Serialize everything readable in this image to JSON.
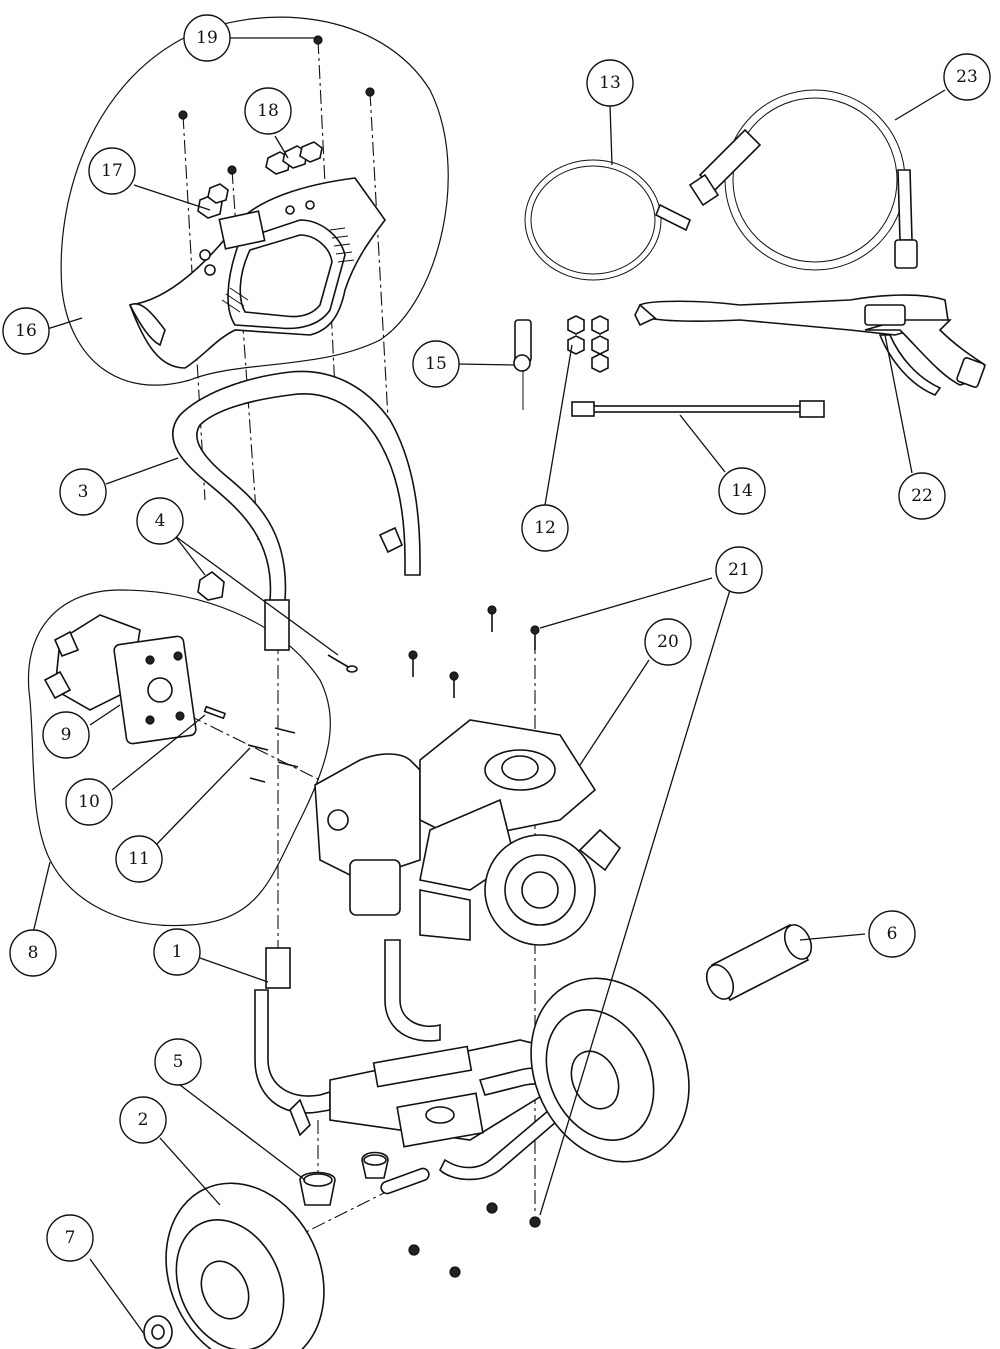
{
  "callouts": [
    {
      "label": "1"
    },
    {
      "label": "2"
    },
    {
      "label": "3"
    },
    {
      "label": "4"
    },
    {
      "label": "5"
    },
    {
      "label": "6"
    },
    {
      "label": "7"
    },
    {
      "label": "8"
    },
    {
      "label": "9"
    },
    {
      "label": "10"
    },
    {
      "label": "11"
    },
    {
      "label": "12"
    },
    {
      "label": "13"
    },
    {
      "label": "14"
    },
    {
      "label": "15"
    },
    {
      "label": "16"
    },
    {
      "label": "17"
    },
    {
      "label": "18"
    },
    {
      "label": "19"
    },
    {
      "label": "20"
    },
    {
      "label": "21"
    },
    {
      "label": "22"
    },
    {
      "label": "23"
    }
  ],
  "icons": {
    "handle": "frame-handle-icon",
    "frame": "base-frame-icon",
    "engine": "engine-icon",
    "pump": "pump-icon",
    "wheel": "wheel-icon",
    "gun": "spray-gun-icon",
    "hose": "hose-icon",
    "wand": "wand-icon",
    "nozzles": "nozzle-set-icon",
    "panel": "control-panel-icon"
  }
}
